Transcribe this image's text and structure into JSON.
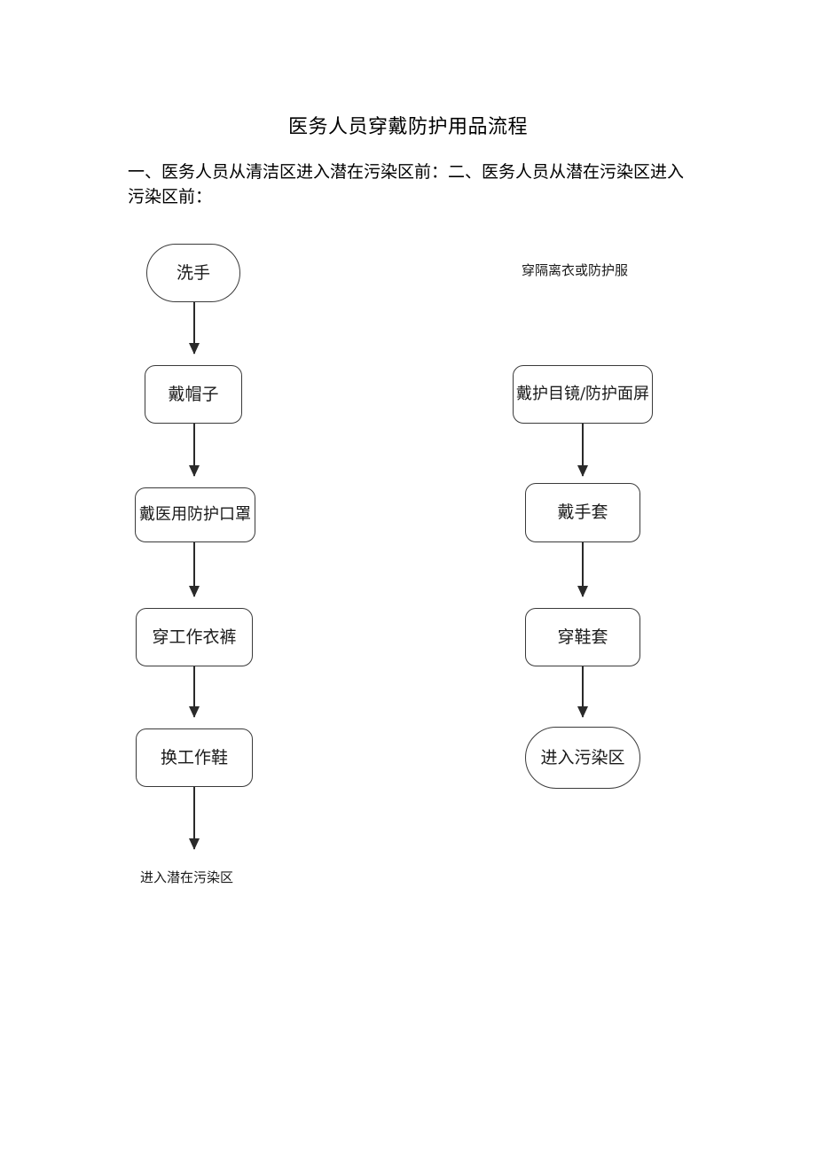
{
  "document": {
    "title": "医务人员穿戴防护用品流程",
    "body_text": "一、医务人员从清洁区进入潜在污染区前：二、医务人员从潜在污染区进入污染区前："
  },
  "flowchart": {
    "left_column": {
      "heading_note": "",
      "nodes": [
        {
          "id": "wash-hands",
          "label": "洗手",
          "shape": "pill"
        },
        {
          "id": "wear-cap",
          "label": "戴帽子",
          "shape": "rect"
        },
        {
          "id": "wear-mask",
          "label": "戴医用防护口罩",
          "shape": "rect"
        },
        {
          "id": "wear-work-cloth",
          "label": "穿工作衣裤",
          "shape": "rect"
        },
        {
          "id": "change-shoes",
          "label": "换工作鞋",
          "shape": "rect"
        }
      ],
      "end_label": "进入潜在污染区"
    },
    "right_column": {
      "top_label": "穿隔离衣或防护服",
      "nodes": [
        {
          "id": "wear-goggles",
          "label": "戴护目镜/防护面屏",
          "shape": "rect"
        },
        {
          "id": "wear-gloves",
          "label": "戴手套",
          "shape": "rect"
        },
        {
          "id": "wear-shoe-cover",
          "label": "穿鞋套",
          "shape": "rect"
        },
        {
          "id": "enter-contam",
          "label": "进入污染区",
          "shape": "pill"
        }
      ]
    }
  },
  "colors": {
    "page_background": "#ffffff",
    "text": "#000000",
    "node_border": "#3a3a3a",
    "arrow": "#2a2a2a"
  }
}
